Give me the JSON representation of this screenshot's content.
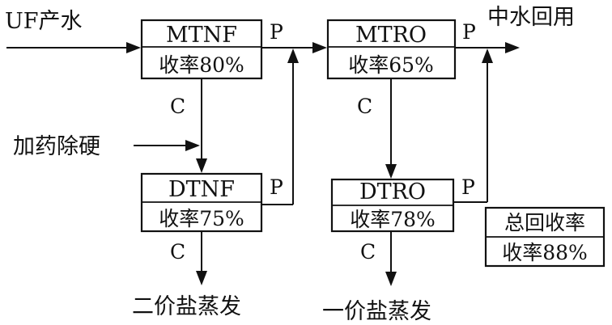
{
  "inputs": {
    "uf_water": "UF产水",
    "softening": "加药除硬"
  },
  "outputs": {
    "reuse": "中水回用",
    "divalent_evap": "二价盐蒸发",
    "monovalent_evap": "一价盐蒸发"
  },
  "units": {
    "mtnf": {
      "name": "MTNF",
      "rate": "收率80%"
    },
    "dtnf": {
      "name": "DTNF",
      "rate": "收率75%"
    },
    "mtro": {
      "name": "MTRO",
      "rate": "收率65%"
    },
    "dtro": {
      "name": "DTRO",
      "rate": "收率78%"
    }
  },
  "total": {
    "title": "总回收率",
    "rate": "收率88%"
  },
  "stream_labels": {
    "permeate": "P",
    "concentrate": "C"
  }
}
